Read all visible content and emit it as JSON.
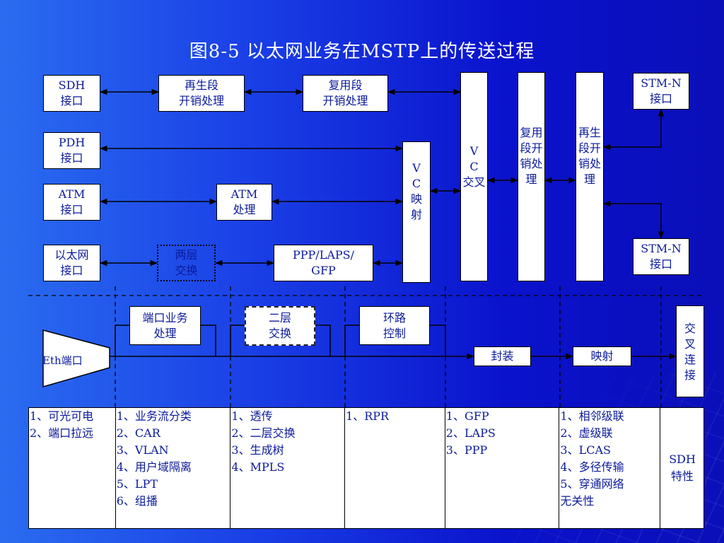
{
  "title": "图8-5 以太网业务在MSTP上的传送过程",
  "top_boxes": {
    "sdh": "SDH\n接口",
    "regen1": "再生段\n开销处理",
    "mux1": "复用段\n开销处理",
    "pdh": "PDH\n接口",
    "atm_if": "ATM\n接口",
    "atm_proc": "ATM\n处理",
    "eth_if": "以太网\n接口",
    "l2_switch": "两层\n交换",
    "ppp": "PPP/LAPS/\nGFP",
    "vc_map": "V\nC\n映\n射",
    "vc_cross": "V\nC\n交叉",
    "mux2": "复用\n段开\n销处\n理",
    "regen2": "再生\n段开\n销处\n理",
    "stm1": "STM-N\n接口",
    "stm2": "STM-N\n接口"
  },
  "middle": {
    "port_service": "端口业务\n处理",
    "layer2": "二层\n交换",
    "ring": "环路\n控制",
    "encap": "封装",
    "mapping": "映射",
    "cross_connect": "交\n叉\n连\n接",
    "eth_port": "Eth端口"
  },
  "table": {
    "col1": "1、可光可电\n2、端口拉远",
    "col2": "1、业务流分类\n2、CAR\n3、VLAN\n4、用户域隔离\n5、LPT\n6、组播",
    "col3": "1、透传\n2、二层交换\n3、生成树\n4、MPLS",
    "col4": "1、RPR",
    "col5": "1、GFP\n2、LAPS\n3、PPP",
    "col6": "1、相邻级联\n2、虚级联\n3、LCAS\n4、多径传输\n5、穿通网络\n无关性",
    "col7": "SDH\n特性"
  }
}
